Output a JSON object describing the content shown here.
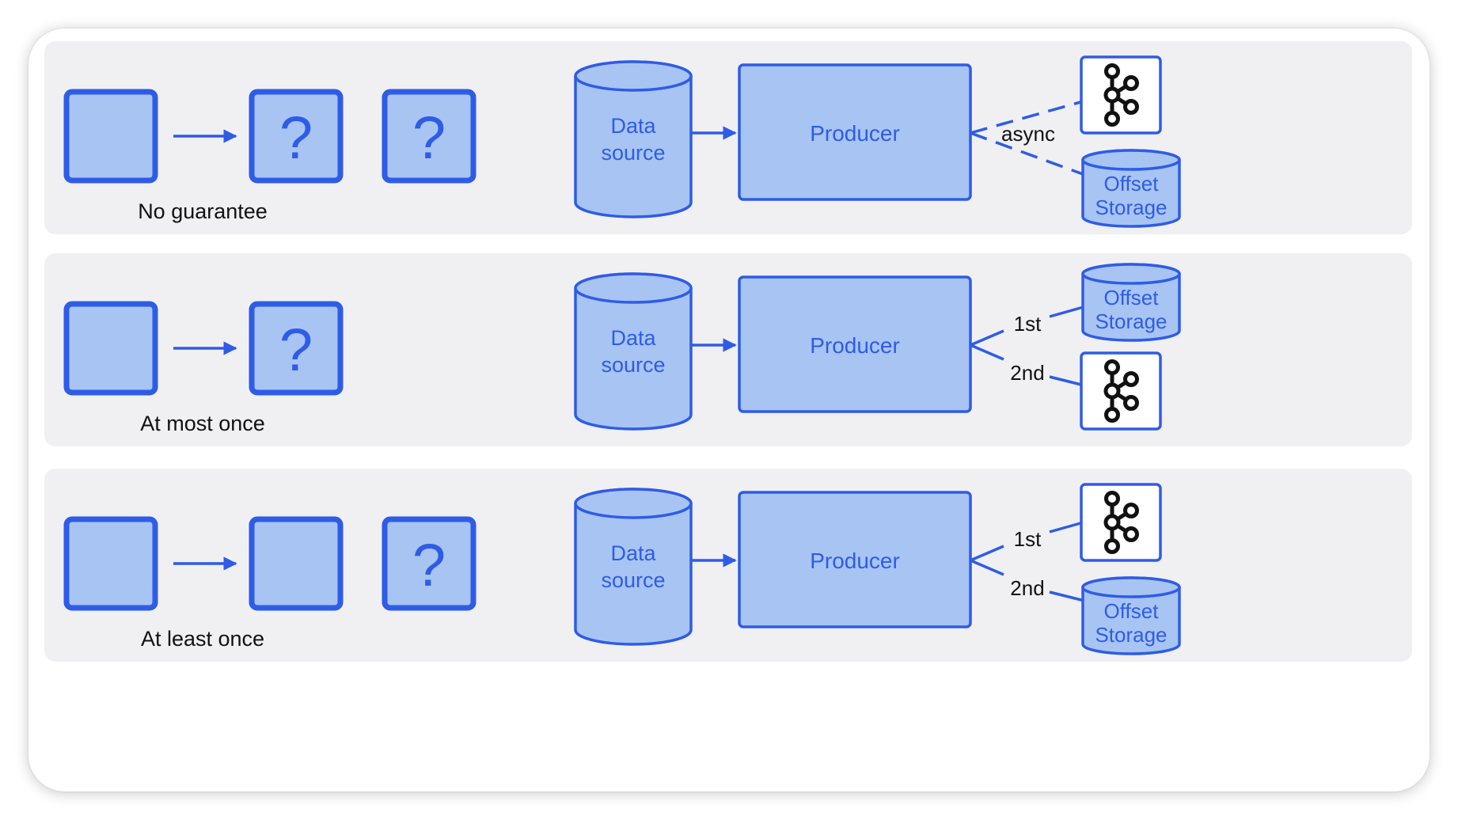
{
  "colors": {
    "panel_bg": "#f0f0f2",
    "box_fill": "#a7c4f3",
    "box_stroke": "#2f5ce6",
    "arrow": "#2f5ce6",
    "label_text": "#2f5ce6",
    "caption_text": "#111111"
  },
  "rows": [
    {
      "caption": "No guarantee",
      "squares": [
        {
          "mark": ""
        },
        {
          "mark": "?"
        },
        {
          "mark": "?"
        }
      ],
      "datasource": {
        "line1": "Data",
        "line2": "source"
      },
      "producer": "Producer",
      "mode": "dashed",
      "mid_label": "async",
      "top_label": "",
      "bottom_label": "",
      "top_target": "kafka",
      "bottom_target": "storage"
    },
    {
      "caption": "At most once",
      "squares": [
        {
          "mark": ""
        },
        {
          "mark": "?"
        }
      ],
      "datasource": {
        "line1": "Data",
        "line2": "source"
      },
      "producer": "Producer",
      "mode": "solid",
      "mid_label": "",
      "top_label": "1st",
      "bottom_label": "2nd",
      "top_target": "storage",
      "bottom_target": "kafka"
    },
    {
      "caption": "At least once",
      "squares": [
        {
          "mark": ""
        },
        {
          "mark": ""
        },
        {
          "mark": "?"
        }
      ],
      "datasource": {
        "line1": "Data",
        "line2": "source"
      },
      "producer": "Producer",
      "mode": "solid",
      "mid_label": "",
      "top_label": "1st",
      "bottom_label": "2nd",
      "top_target": "kafka",
      "bottom_target": "storage"
    }
  ],
  "storage_label": {
    "line1": "Offset",
    "line2": "Storage"
  },
  "kafka_icon": "kafka-logo-icon"
}
